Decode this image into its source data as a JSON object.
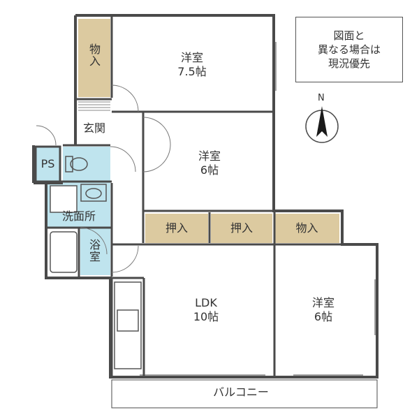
{
  "colors": {
    "wall": "#4a4a4a",
    "closet": "#dccaa0",
    "wet_area": "#bfe4ee",
    "floor": "#ffffff",
    "text": "#333333"
  },
  "note": {
    "text": "図面と\n異なる場合は\n現況優先"
  },
  "compass": {
    "label": "N",
    "icon": "north-arrow-icon"
  },
  "rooms": {
    "closet_top": "物入",
    "western_room_1": "洋室\n7.5帖",
    "entrance": "玄関",
    "western_room_2": "洋室\n6帖",
    "pipe_space": "PS",
    "washroom": "洗面所",
    "bathroom": "浴室",
    "closet_1": "押入",
    "closet_2": "押入",
    "closet_3": "物入",
    "ldk": "LDK\n10帖",
    "western_room_3": "洋室\n6帖",
    "balcony": "バルコニー"
  }
}
